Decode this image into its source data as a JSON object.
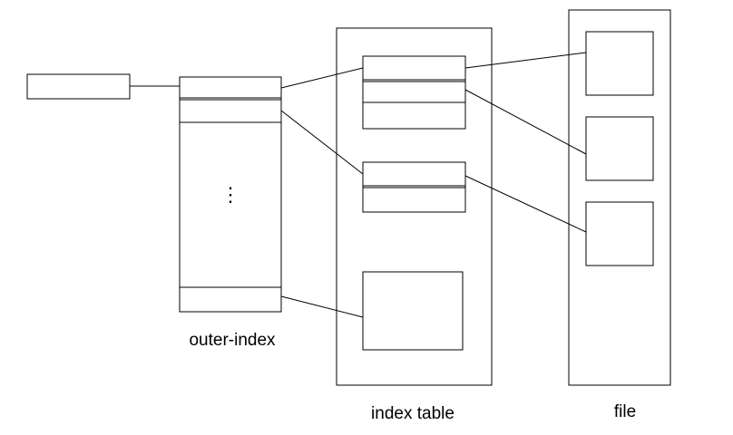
{
  "labels": {
    "outer_index": "outer-index",
    "index_table": "index table",
    "file": "file",
    "ellipsis": "⋮"
  }
}
